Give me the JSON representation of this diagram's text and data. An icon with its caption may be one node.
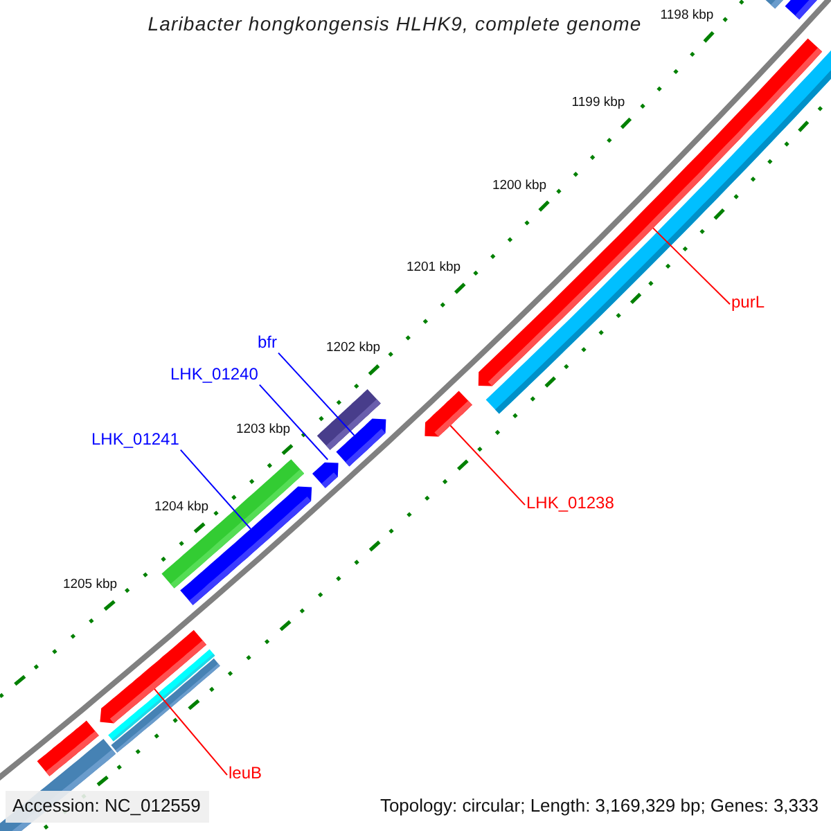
{
  "diagram": {
    "title": "Laribacter hongkongensis HLHK9, complete genome",
    "nodes": [
      {
        "text": [
          "purL"
        ]
      },
      {
        "text": [
          "LHK_01238"
        ]
      },
      {
        "text": [
          "bfr"
        ]
      },
      {
        "text": [
          "LHK_01240"
        ]
      },
      {
        "text": [
          "LHK_01241"
        ]
      },
      {
        "text": [
          "leuB"
        ]
      },
      {
        "text": [],
        "shape": "bar"
      },
      {
        "text": [],
        "shape": "bar"
      },
      {
        "text": [],
        "shape": "bar"
      },
      {
        "text": [],
        "shape": "bar"
      },
      {
        "text": [],
        "shape": "bar"
      },
      {
        "text": [],
        "shape": "bar"
      },
      {
        "text": [],
        "shape": "bar"
      },
      {
        "text": [],
        "shape": "bar"
      }
    ],
    "edges": [
      {
        "from": 0,
        "to": 6,
        "arrow": "none",
        "color": "#ff0000"
      },
      {
        "from": 1,
        "to": 7,
        "arrow": "none",
        "color": "#ff0000"
      },
      {
        "from": 2,
        "to": 8,
        "arrow": "none",
        "color": "#0000ff"
      },
      {
        "from": 3,
        "to": 9,
        "arrow": "none",
        "color": "#0000ff"
      },
      {
        "from": 4,
        "to": 10,
        "arrow": "none",
        "color": "#0000ff"
      },
      {
        "from": 5,
        "to": 11,
        "arrow": "none",
        "color": "#ff0000"
      }
    ],
    "labels": [
      "1198 kbp",
      "1199 kbp",
      "1200 kbp",
      "1201 kbp",
      "1202 kbp",
      "1203 kbp",
      "1204 kbp",
      "1205 kbp",
      "Accession: NC_012559",
      "Topology: circular; Length: 3,169,329 bp; Genes: 3,333"
    ]
  }
}
